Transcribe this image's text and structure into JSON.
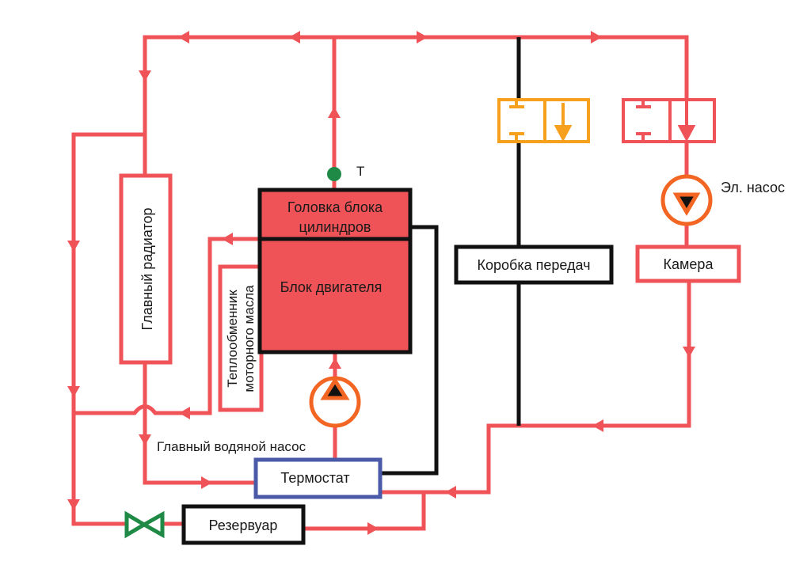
{
  "colors": {
    "pipe": "#ef5358",
    "engine_fill": "#ef5358",
    "black": "#111111",
    "thermostat": "#4a5aa8",
    "pump": "#f26522",
    "valve_orange": "#f7a01e",
    "valve_green": "#1e8a45",
    "sensor": "#1e8a45"
  },
  "labels": {
    "sensor": "T",
    "cylinder_head_line1": "Головка блока",
    "cylinder_head_line2": "цилиндров",
    "engine_block": "Блок двигателя",
    "main_radiator": "Главный радиатор",
    "oil_cooler_line1": "Теплообменник",
    "oil_cooler_line2": "моторного масла",
    "main_pump": "Главный водяной насос",
    "thermostat": "Термостат",
    "reservoir": "Резервуар",
    "gearbox": "Коробка передач",
    "electric_pump": "Эл. насос",
    "chamber": "Камера"
  }
}
